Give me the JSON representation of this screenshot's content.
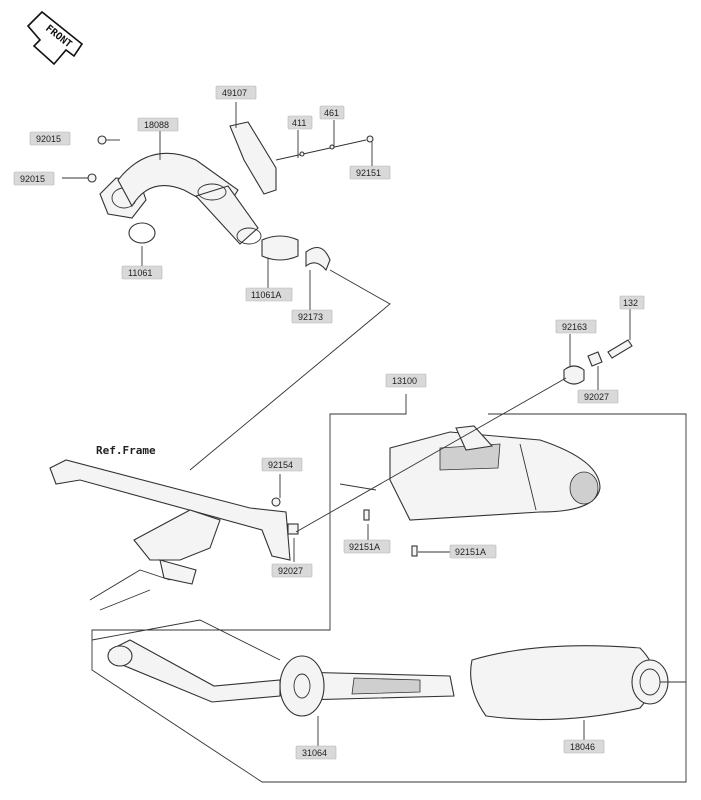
{
  "orientation": {
    "front_label": "FRONT"
  },
  "frame_label": "Ref.Frame",
  "parts": [
    {
      "id": "92015",
      "label": "92015"
    },
    {
      "id": "18088",
      "label": "18088"
    },
    {
      "id": "49107",
      "label": "49107"
    },
    {
      "id": "411",
      "label": "411"
    },
    {
      "id": "461",
      "label": "461"
    },
    {
      "id": "92015b",
      "label": "92015"
    },
    {
      "id": "92151",
      "label": "92151"
    },
    {
      "id": "11061",
      "label": "11061"
    },
    {
      "id": "11061A",
      "label": "11061A"
    },
    {
      "id": "92173",
      "label": "92173"
    },
    {
      "id": "132",
      "label": "132"
    },
    {
      "id": "92163",
      "label": "92163"
    },
    {
      "id": "13100",
      "label": "13100"
    },
    {
      "id": "92027",
      "label": "92027"
    },
    {
      "id": "92154",
      "label": "92154"
    },
    {
      "id": "92151A",
      "label": "92151A"
    },
    {
      "id": "92151A_b",
      "label": "92151A"
    },
    {
      "id": "92027b",
      "label": "92027"
    },
    {
      "id": "31064",
      "label": "31064"
    },
    {
      "id": "18046",
      "label": "18046"
    }
  ]
}
